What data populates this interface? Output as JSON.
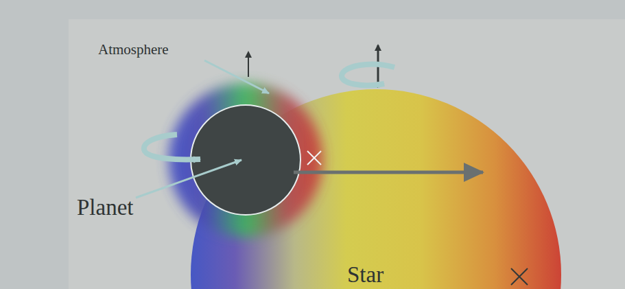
{
  "diagram": {
    "labels": [
      "Atmosphere",
      "Planet",
      "Star"
    ]
  }
}
